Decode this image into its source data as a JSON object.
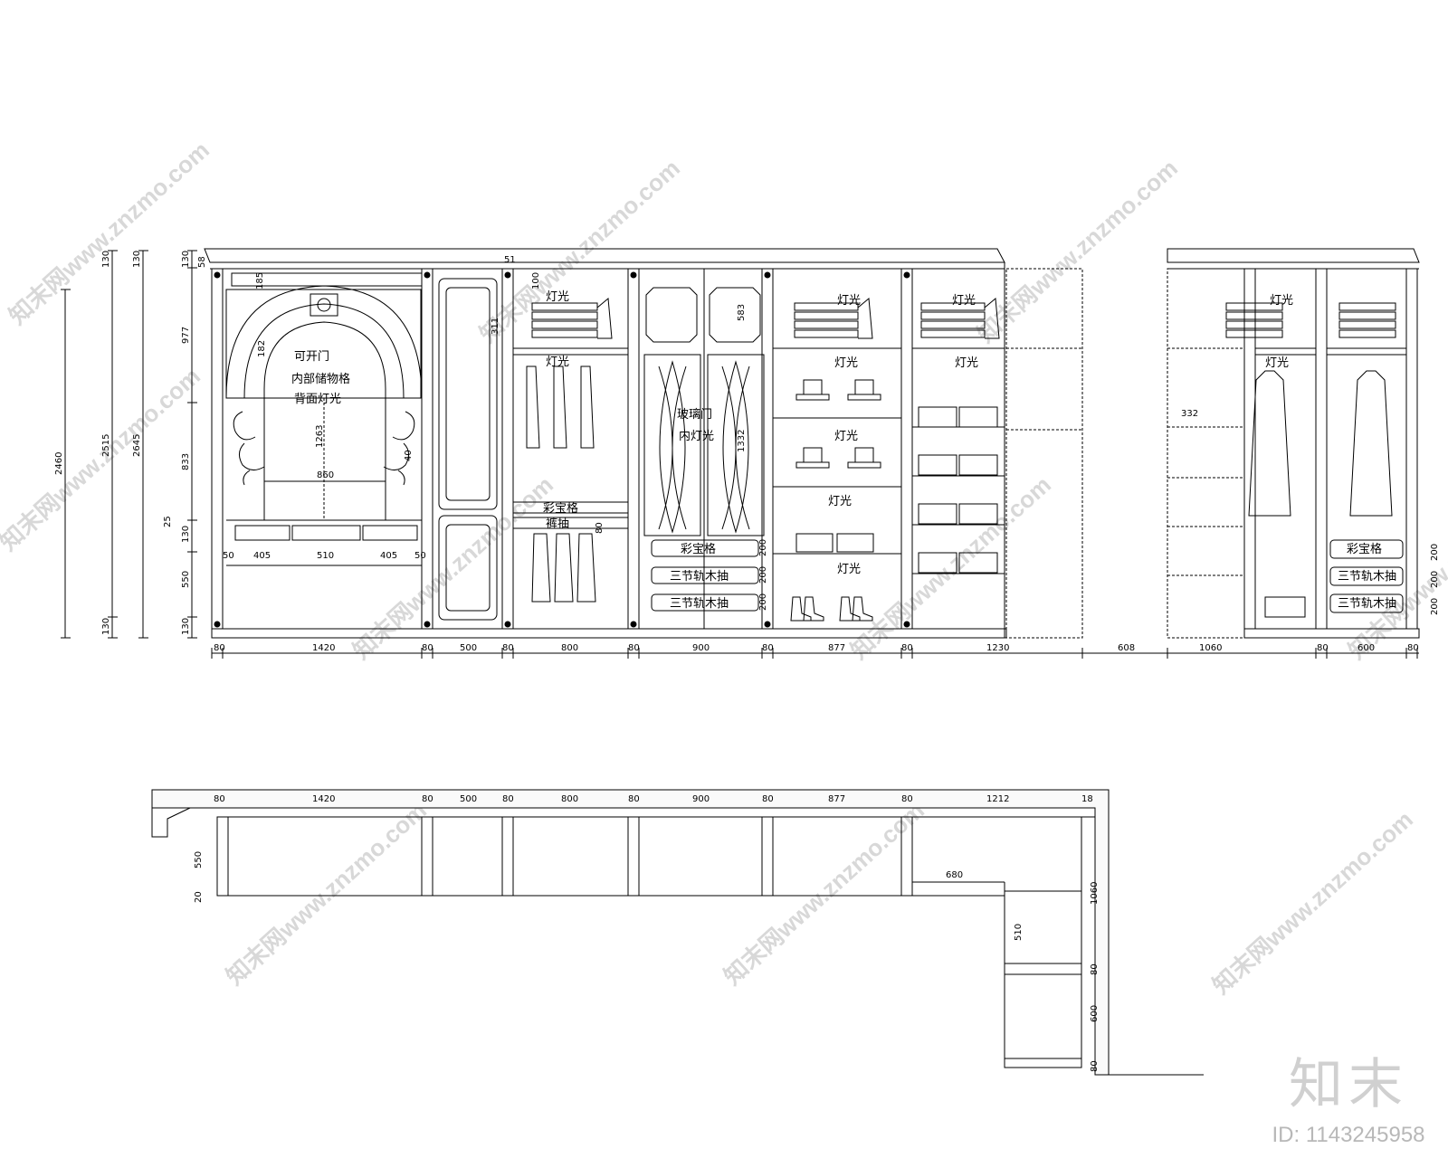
{
  "watermark": "知末网www.znzmo.com",
  "brand": {
    "logo": "知末",
    "id": "ID: 1143245958"
  },
  "elevation": {
    "bottom_dims": [
      "80",
      "1420",
      "80",
      "500",
      "80",
      "800",
      "80",
      "900",
      "80",
      "877",
      "80",
      "1230",
      "608",
      "1060",
      "80",
      "600",
      "80"
    ],
    "left_heights": {
      "total_a": "2460",
      "total_b": "2515",
      "total_c": "2645",
      "top_a": "130",
      "top_b": "130",
      "bottom_a": "130"
    },
    "left_segments": [
      "130",
      "58",
      "977",
      "833",
      "25",
      "130",
      "550",
      "130"
    ],
    "section1": {
      "arch_labels": [
        "可开门",
        "内部储物格",
        "背面灯光"
      ],
      "h_dim": "1263",
      "w_dim": "860",
      "top_dim": "185",
      "side_dim": "40",
      "radius_dim": "182",
      "drawer_dims": [
        "50",
        "405",
        "510",
        "405",
        "50"
      ]
    },
    "section2": {
      "dim": "51",
      "dim2": "100",
      "dim3": "311"
    },
    "section3": {
      "labels": [
        "灯光",
        "灯光",
        "彩宝格",
        "裤抽"
      ],
      "dim": "80"
    },
    "section4": {
      "labels": [
        "玻璃门",
        "内灯光",
        "彩宝格",
        "三节轨木抽",
        "三节轨木抽"
      ],
      "dims": [
        "583",
        "1332",
        "200",
        "200",
        "200"
      ]
    },
    "section5": {
      "labels": [
        "灯光",
        "灯光",
        "灯光",
        "灯光",
        "灯光"
      ]
    },
    "section6": {
      "labels": [
        "灯光",
        "灯光"
      ]
    },
    "right": {
      "labels": [
        "灯光",
        "灯光",
        "彩宝格",
        "三节轨木抽",
        "三节轨木抽"
      ],
      "dim": "332",
      "side_dims": [
        "200",
        "200",
        "200"
      ]
    }
  },
  "plan": {
    "top_dims": [
      "80",
      "1420",
      "80",
      "500",
      "80",
      "800",
      "80",
      "900",
      "80",
      "877",
      "80",
      "1212",
      "18"
    ],
    "left_dims": [
      "550",
      "20"
    ],
    "inner_dims": [
      "680",
      "510"
    ],
    "right_dims": [
      "1060",
      "80",
      "600",
      "80"
    ]
  }
}
